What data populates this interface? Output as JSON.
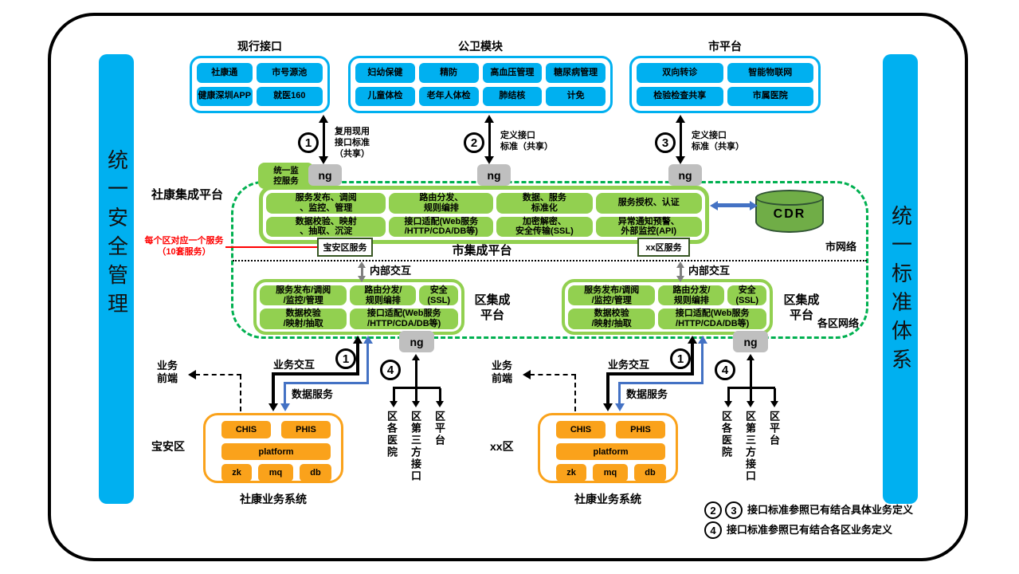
{
  "sidebars": {
    "left": "统一安全管理",
    "right": "统一标准体系"
  },
  "top_groups": [
    {
      "title": "现行接口",
      "items": [
        "社康通",
        "市号源池",
        "健康深圳APP",
        "就医160"
      ]
    },
    {
      "title": "公卫模块",
      "items": [
        "妇幼保健",
        "精防",
        "高血压管理",
        "糖尿病管理",
        "儿童体检",
        "老年人体检",
        "肺结核",
        "计免"
      ]
    },
    {
      "title": "市平台",
      "items": [
        "双向转诊",
        "智能物联网",
        "检验检查共享",
        "市属医院"
      ]
    }
  ],
  "flows": [
    {
      "num": "1",
      "label": "复用现用\n接口标准\n（共享）"
    },
    {
      "num": "2",
      "label": "定义接口\n标准（共享）"
    },
    {
      "num": "3",
      "label": "定义接口\n标准（共享）"
    }
  ],
  "ng": "ng",
  "monitor_box": "统一监\n控服务",
  "platform_label": "社康集成平台",
  "city_platform": {
    "title": "市集成平台",
    "boxes": [
      "服务发布、调阅\n、监控、管理",
      "路由分发、\n规则编排",
      "数据、服务\n标准化",
      "服务授权、认证",
      "数据校验、映射\n、抽取、沉淀",
      "接口适配(Web服务\n/HTTP/CDA/DB等)",
      "加密解密、\n安全传输(SSL)",
      "异常通知预警、\n外部监控(API)"
    ]
  },
  "cdr_label": "CDR",
  "net_labels": {
    "city": "市网络",
    "district": "各区网络"
  },
  "red_note": "每个区对应一个服务\n（10套服务）",
  "service_tags": [
    "宝安区服务",
    "xx区服务"
  ],
  "internal_label": "内部交互",
  "district_platform": {
    "label": "区集成\n平台",
    "boxes": [
      "服务发布/调阅\n/监控/管理",
      "路由分发/\n规则编排",
      "安全\n(SSL)",
      "数据校验\n/映射/抽取",
      "接口适配(Web服务\n/HTTP/CDA/DB等)"
    ]
  },
  "business": {
    "front_label": "业务\n前端",
    "interact_label": "业务交互",
    "data_label": "数据服务",
    "num1": "1",
    "num4": "4",
    "regions": [
      "宝安区",
      "xx区"
    ],
    "system_title": "社康业务系统",
    "modules": [
      "CHIS",
      "PHIS",
      "platform",
      "zk",
      "mq",
      "db"
    ],
    "branches": [
      "区各医院",
      "区第三方接口",
      "区平台"
    ]
  },
  "notes": [
    {
      "nums": [
        "2",
        "3"
      ],
      "text": "接口标准参照已有结合具体业务定义"
    },
    {
      "nums": [
        "4"
      ],
      "text": "接口标准参照已有结合各区业务定义"
    }
  ],
  "colors": {
    "cyan": "#00B0F0",
    "light_green": "#92D050",
    "dashed_green": "#00B050",
    "cdr_green": "#70AD47",
    "orange": "#FAA21B",
    "gray": "#BFBFBF",
    "blue": "#4472C4",
    "red": "#FF0000"
  }
}
